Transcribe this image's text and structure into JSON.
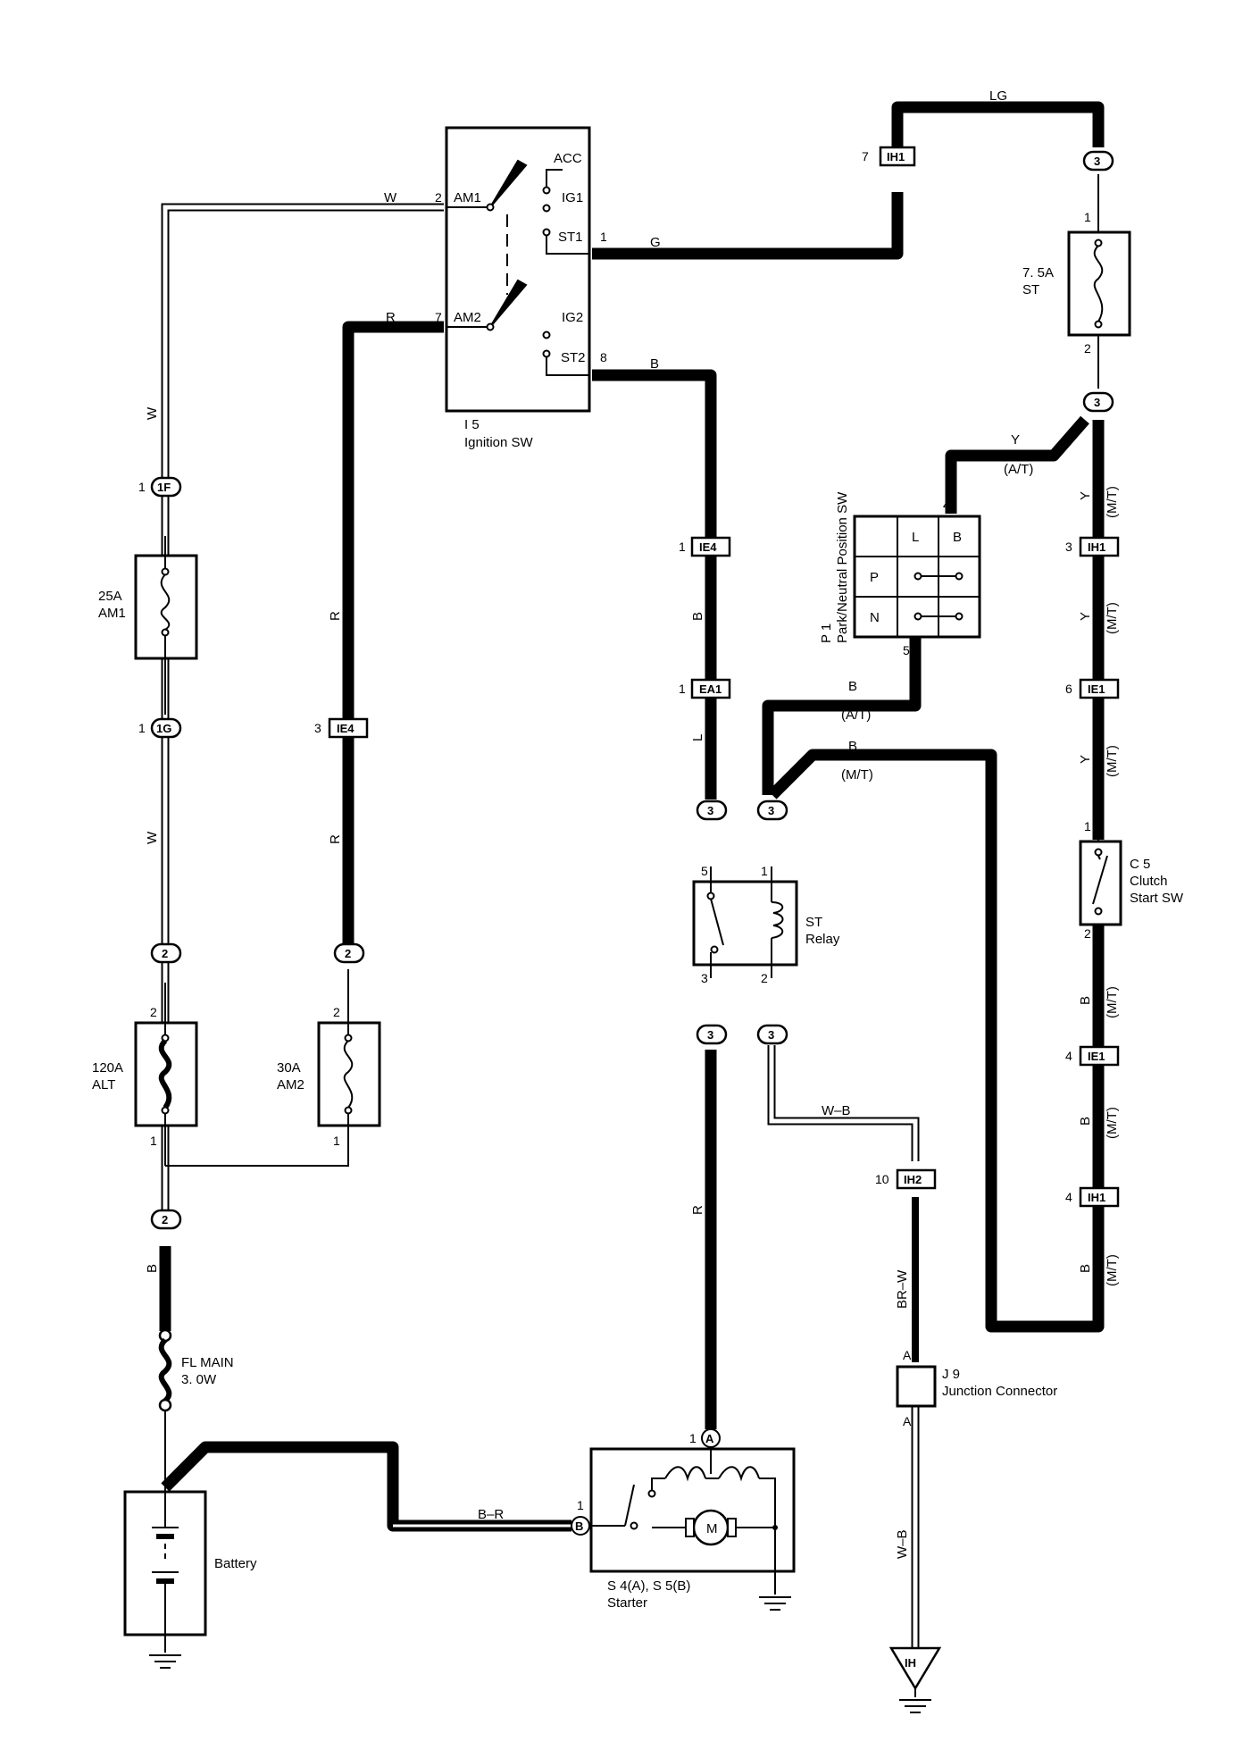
{
  "components": {
    "ignition_switch": {
      "code": "I 5",
      "name": "Ignition SW",
      "terminals": {
        "acc": "ACC",
        "ig1": "IG1",
        "st1": "ST1",
        "am1": "AM1",
        "am2": "AM2",
        "ig2": "IG2",
        "st2": "ST2"
      },
      "pins": {
        "am1": "2",
        "am2": "7",
        "st1": "1",
        "st2": "8"
      }
    },
    "pnp_switch": {
      "code": "P 1",
      "name": "Park/Neutral Position SW",
      "cells": [
        "L",
        "B",
        "P",
        "N"
      ],
      "pins": {
        "top": "4",
        "bottom": "5"
      }
    },
    "st_relay": {
      "name1": "ST",
      "name2": "Relay",
      "pins": {
        "p5": "5",
        "p1": "1",
        "p3": "3",
        "p2": "2"
      }
    },
    "clutch_switch": {
      "code": "C 5",
      "name1": "Clutch",
      "name2": "Start SW",
      "pins": {
        "top": "1",
        "bottom": "2"
      }
    },
    "starter": {
      "code": "S 4(A), S 5(B)",
      "name": "Starter",
      "motor": "M",
      "term_a": "A",
      "term_b": "B",
      "pin_a": "1",
      "pin_b": "1"
    },
    "battery": {
      "name": "Battery"
    },
    "junction": {
      "code": "J 9",
      "name": "Junction Connector",
      "pin_top": "A",
      "pin_bottom": "A"
    },
    "ground_ih": "IH",
    "fuse_am1": {
      "rating": "25A",
      "name": "AM1"
    },
    "fuse_alt": {
      "rating": "120A",
      "name": "ALT",
      "pin_top": "2",
      "pin_bottom": "1"
    },
    "fuse_am2": {
      "rating": "30A",
      "name": "AM2",
      "pin_top": "2",
      "pin_bottom": "1"
    },
    "fuse_st": {
      "rating": "7. 5A",
      "name": "ST",
      "pin_top": "1",
      "pin_bottom": "2"
    },
    "fl_main": {
      "name": "FL MAIN",
      "rating": "3. 0W"
    }
  },
  "connectors": {
    "c_1f": {
      "label": "1F",
      "pin": "1"
    },
    "c_1g": {
      "label": "1G",
      "pin": "1"
    },
    "c_ie4_left": {
      "label": "IE4",
      "pin": "3"
    },
    "c_ie4_mid": {
      "label": "IE4",
      "pin": "1"
    },
    "c_ea1": {
      "label": "EA1",
      "pin": "1"
    },
    "c_ih1_top": {
      "label": "IH1",
      "pin": "7"
    },
    "c_ih1_mid": {
      "label": "IH1",
      "pin": "3"
    },
    "c_ie1_a": {
      "label": "IE1",
      "pin": "6"
    },
    "c_ie1_b": {
      "label": "IE1",
      "pin": "4"
    },
    "c_ih1_low": {
      "label": "IH1",
      "pin": "4"
    },
    "c_ih2": {
      "label": "IH2",
      "pin": "10"
    },
    "oval_2": "2",
    "oval_3": "3"
  },
  "wires": {
    "w": "W",
    "r": "R",
    "g": "G",
    "b": "B",
    "lg": "LG",
    "y": "Y",
    "l": "L",
    "br_w": "BR–W",
    "w_b": "W–B",
    "b_r": "B–R",
    "at": "(A/T)",
    "mt": "(M/T)"
  }
}
